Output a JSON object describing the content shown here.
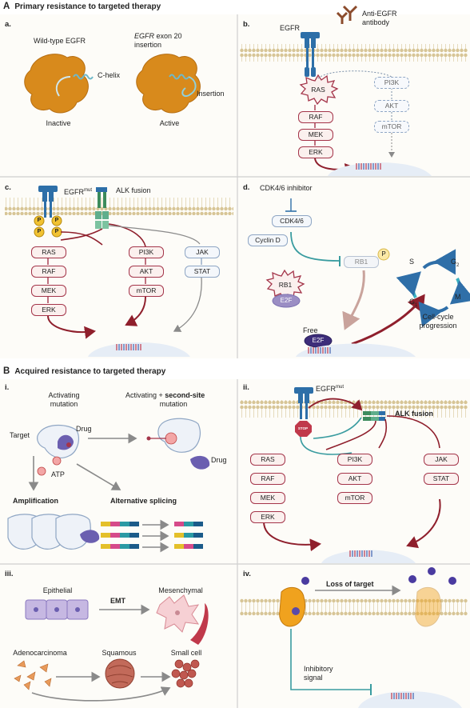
{
  "sectionA": {
    "letter": "A",
    "title": "Primary resistance to targeted therapy"
  },
  "sectionB": {
    "letter": "B",
    "title": "Acquired resistance to targeted therapy"
  },
  "panel_a": {
    "letter": "a.",
    "wildtype_label": "Wild-type EGFR",
    "exon20_label_italic": "EGFR",
    "exon20_label_rest": " exon 20",
    "exon20_label_line2": "insertion",
    "chelix_label": "C-helix",
    "insertion_label": "Insertion",
    "inactive_label": "Inactive",
    "active_label": "Active"
  },
  "panel_b": {
    "letter": "b.",
    "egfr_label": "EGFR",
    "antibody_label_1": "Anti-EGFR",
    "antibody_label_2": "antibody",
    "ras": "RAS",
    "raf": "RAF",
    "mek": "MEK",
    "erk": "ERK",
    "pi3k": "PI3K",
    "akt": "AKT",
    "mtor": "mTOR"
  },
  "panel_c": {
    "letter": "c.",
    "egfr_label": "EGFR",
    "egfr_sup": "mut",
    "alk_label": "ALK fusion",
    "p": "P",
    "ras": "RAS",
    "raf": "RAF",
    "mek": "MEK",
    "erk": "ERK",
    "pi3k": "PI3K",
    "akt": "AKT",
    "mtor": "mTOR",
    "jak": "JAK",
    "stat": "STAT"
  },
  "panel_d": {
    "letter": "d.",
    "inhibitor_label": "CDK4/6 inhibitor",
    "cdk": "CDK4/6",
    "cyclin": "Cyclin D",
    "rb1": "RB1",
    "p": "P",
    "rb1_bound": "RB1",
    "e2f_bound": "E2F",
    "free_label": "Free",
    "e2f_free": "E2F",
    "s": "S",
    "g2": "G",
    "g2_sub": "2",
    "m": "M",
    "g1": "G",
    "g1_sub": "1",
    "progression_1": "Cell-cycle",
    "progression_2": "progression"
  },
  "panel_i": {
    "letter": "i.",
    "activating_1": "Activating",
    "activating_2": "mutation",
    "second_1": "Activating + ",
    "second_bold": "second-site",
    "second_2": "mutation",
    "target_label": "Target",
    "drug_label": "Drug",
    "drug_label_2": "Drug",
    "atp_label": "ATP",
    "amplification": "Amplification",
    "alt_splicing": "Alternative splicing"
  },
  "panel_ii": {
    "letter": "ii.",
    "egfr_label": "EGFR",
    "egfr_sup": "mut",
    "stop": "STOP",
    "alk_label": "ALK fusion",
    "ras": "RAS",
    "raf": "RAF",
    "mek": "MEK",
    "erk": "ERK",
    "pi3k": "PI3K",
    "akt": "AKT",
    "mtor": "mTOR",
    "jak": "JAK",
    "stat": "STAT"
  },
  "panel_iii": {
    "letter": "iii.",
    "epithelial": "Epithelial",
    "emt": "EMT",
    "mesenchymal": "Mesenchymal",
    "adeno": "Adenocarcinoma",
    "squamous": "Squamous",
    "small_cell": "Small cell"
  },
  "panel_iv": {
    "letter": "iv.",
    "loss_label": "Loss of target",
    "inhibitory_1": "Inhibitory",
    "inhibitory_2": "signal"
  },
  "colors": {
    "panel_bg": "#fdfcf8",
    "membrane": "#d9c8a0",
    "red_box_border": "#a4354a",
    "red_box_fill": "#fbf0ee",
    "blue_box_border": "#8fa6c4",
    "dark_red_arrow": "#8f1f2c",
    "teal": "#3a9ca0",
    "egfr_blue": "#2d6fa8",
    "protein_orange": "#d88a1c",
    "p_yellow": "#f1c232",
    "dna_red": "#c0394b",
    "dna_blue": "#3f63b0"
  }
}
